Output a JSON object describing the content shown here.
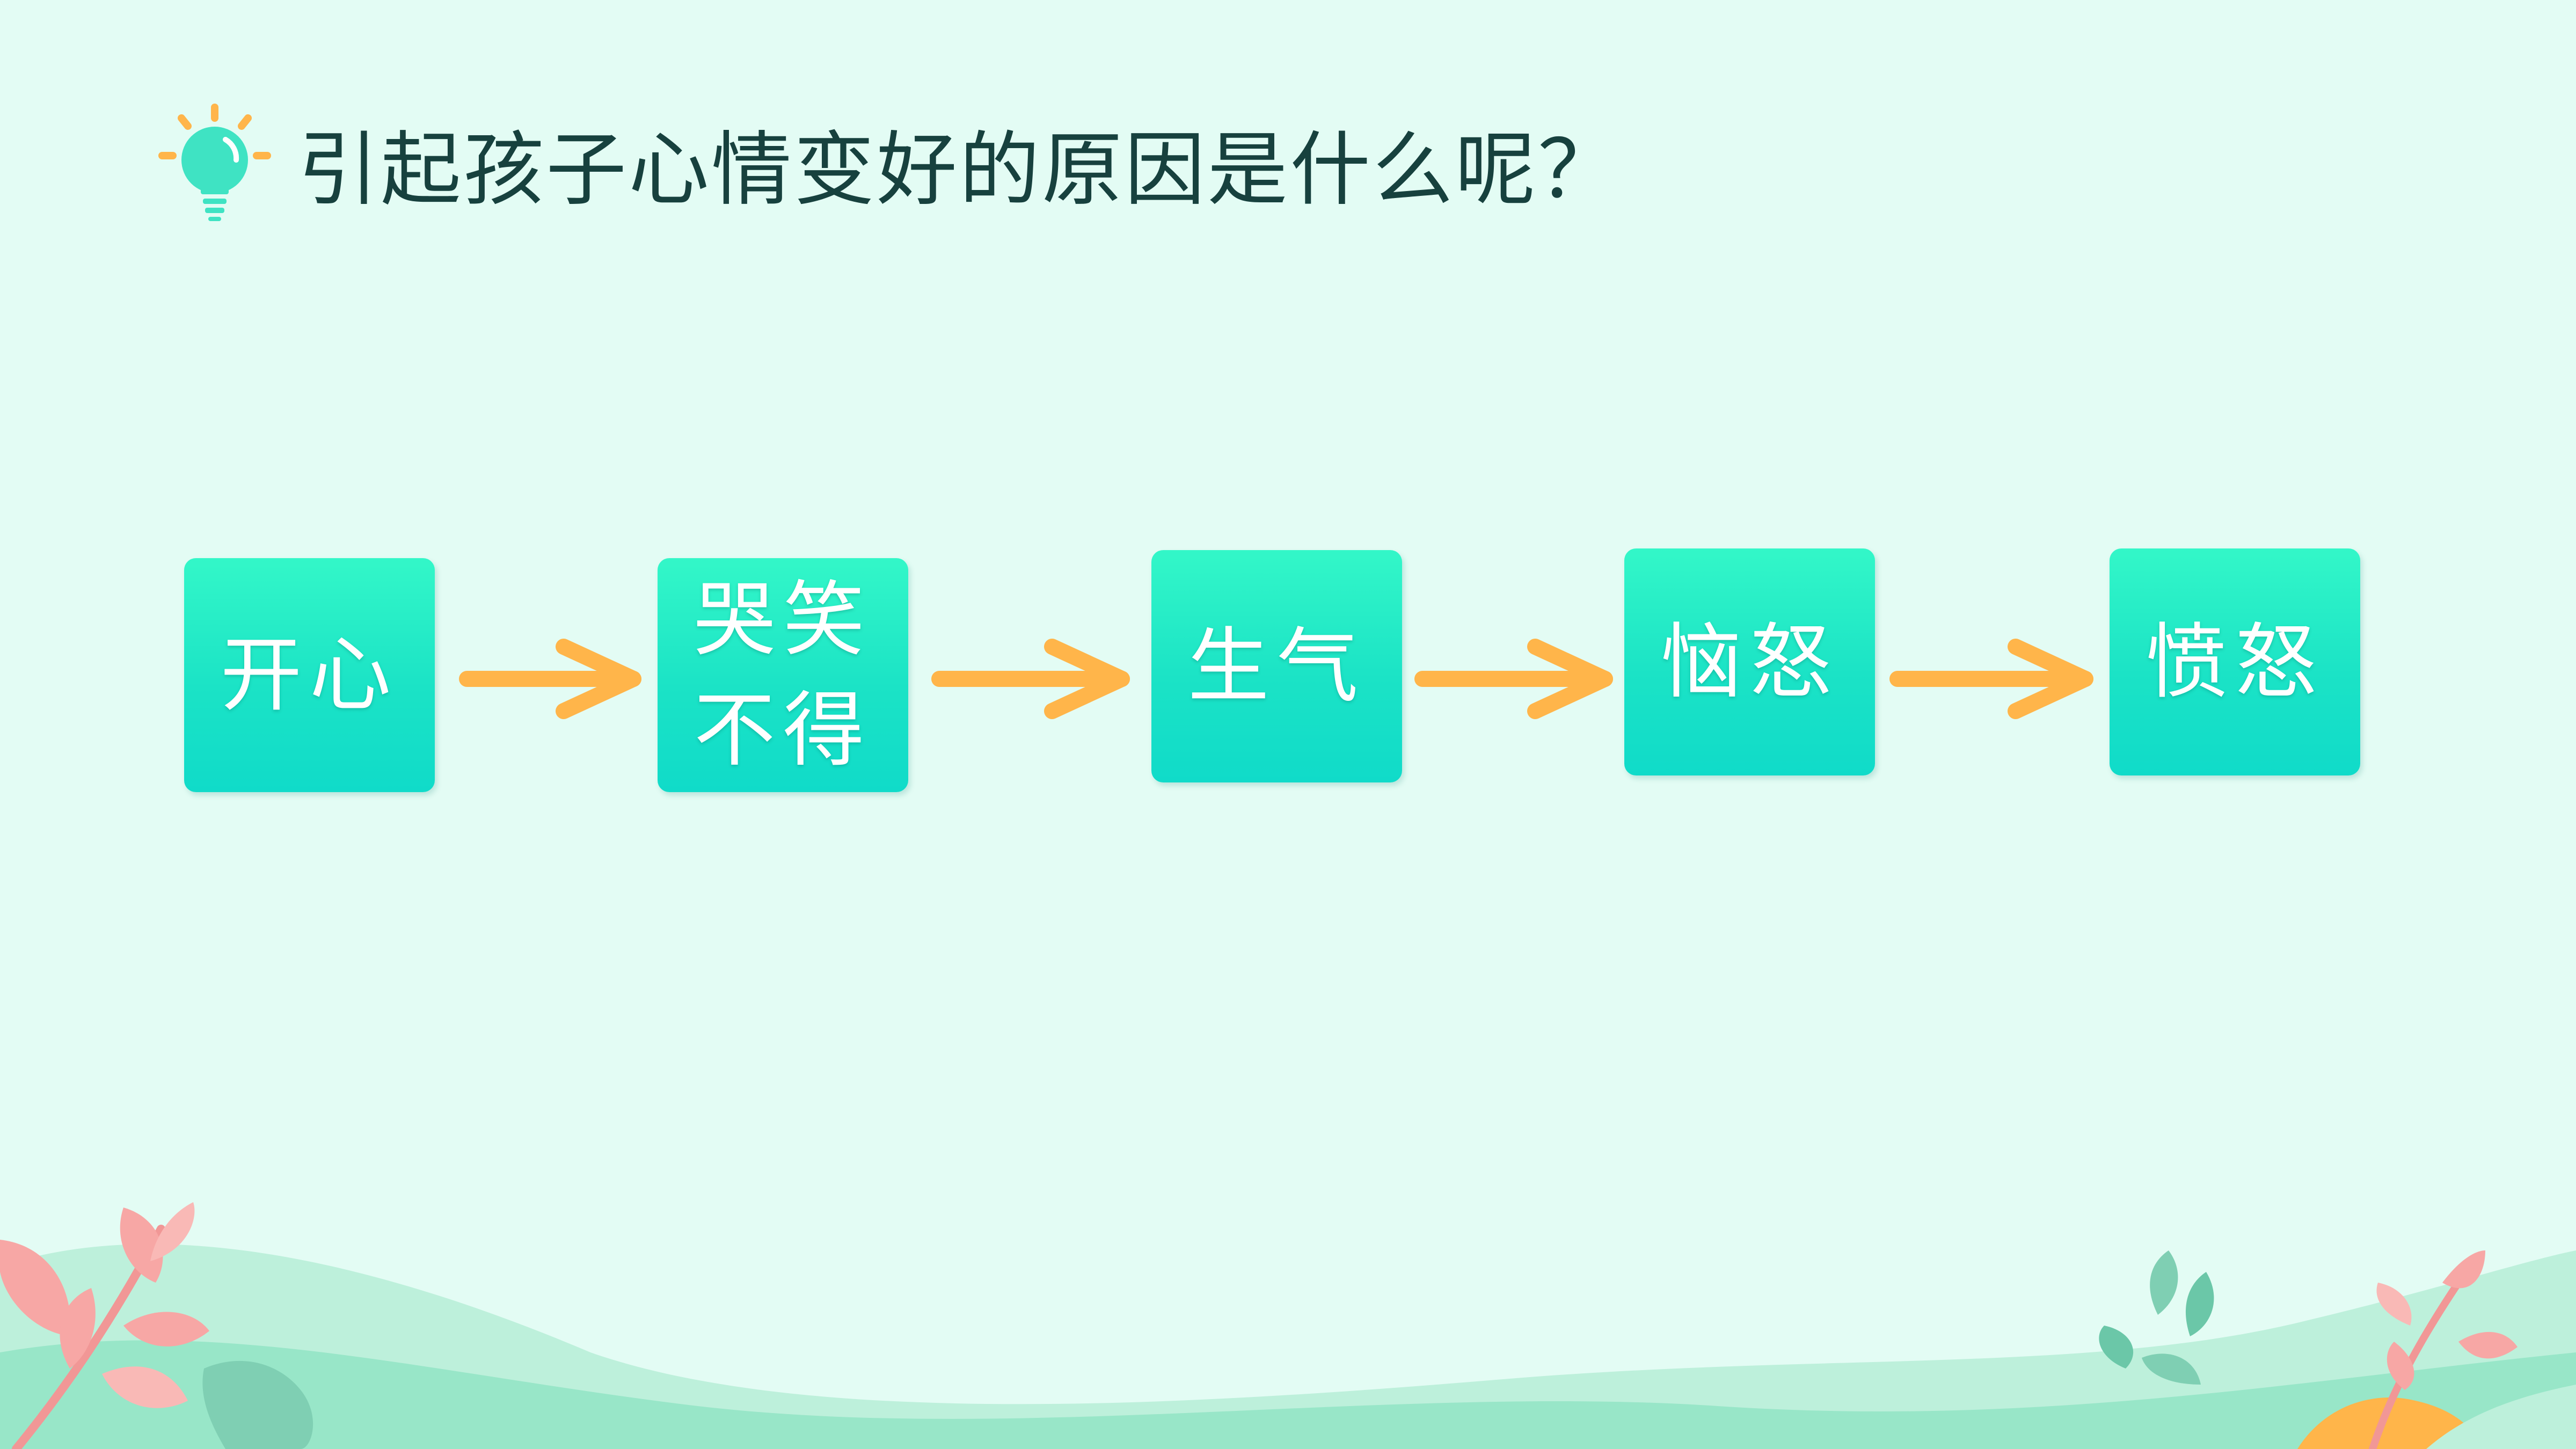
{
  "header": {
    "icon": "lightbulb-icon",
    "title": "引起孩子心情变好的原因是什么呢？"
  },
  "flow": {
    "steps": [
      {
        "label": "开心"
      },
      {
        "label": "哭笑\n不得"
      },
      {
        "label": "生气"
      },
      {
        "label": "恼怒"
      },
      {
        "label": "愤怒"
      }
    ]
  },
  "colors": {
    "background": "#e3fcf4",
    "box_top": "#33f7c8",
    "box_bottom": "#10dbc9",
    "arrow": "#ffb54a",
    "title": "#17413e",
    "bulb": "#3fe3c3",
    "bulb_rays": "#ffb54a"
  }
}
